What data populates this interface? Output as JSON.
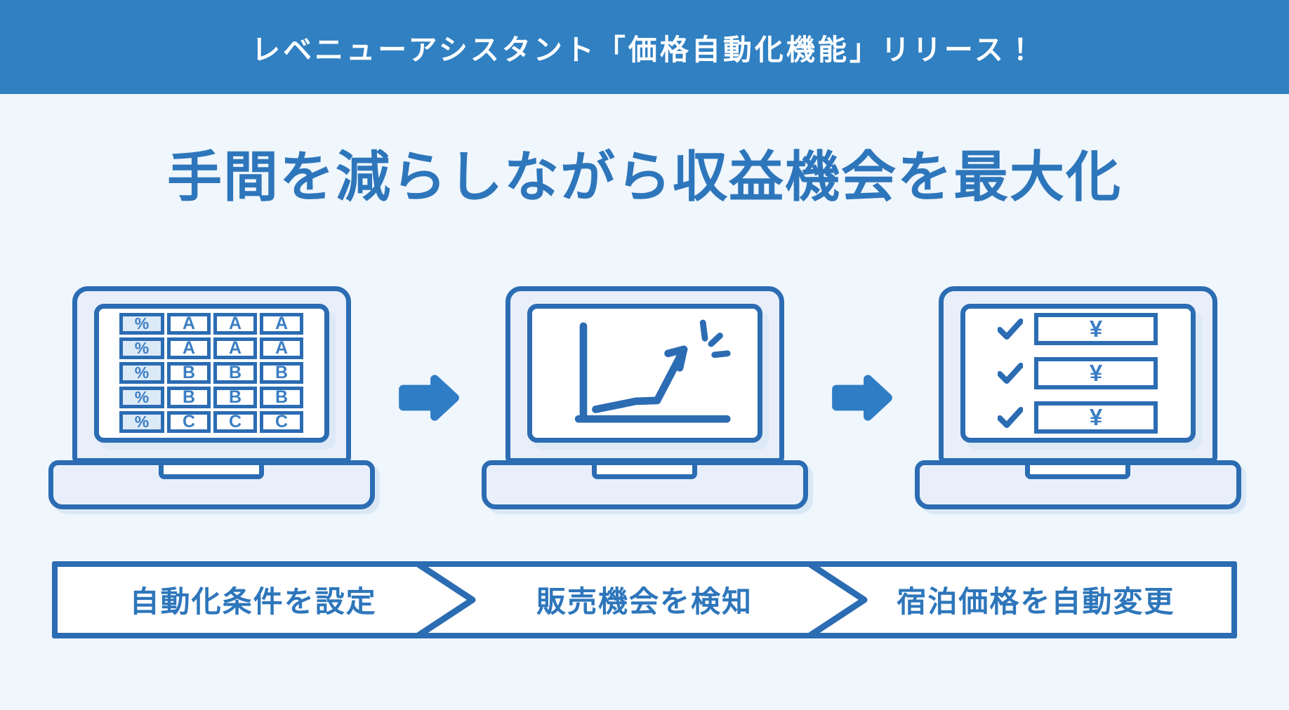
{
  "colors": {
    "banner-bg": "#3080c2",
    "page-bg": "#eff6fc",
    "line": "#2b6cb3",
    "accent": "#2e76bb",
    "glyph": "#3a7ec3",
    "arrow": "#2f7dc5",
    "panel": "#e8effa",
    "cellfill": "#dce9f7"
  },
  "banner": {
    "title": "レベニューアシスタント「価格自動化機能」リリース！"
  },
  "headline": {
    "text": "手間を減らしながら収益機会を最大化"
  },
  "flow": {
    "laptop1": {
      "table_rows": [
        [
          "%",
          "A",
          "A",
          "A"
        ],
        [
          "%",
          "A",
          "A",
          "A"
        ],
        [
          "%",
          "B",
          "B",
          "B"
        ],
        [
          "%",
          "B",
          "B",
          "B"
        ],
        [
          "%",
          "C",
          "C",
          "C"
        ]
      ]
    },
    "laptop3": {
      "yen": "¥",
      "row_count": 3
    }
  },
  "steps": [
    {
      "label": "自動化条件を設定"
    },
    {
      "label": "販売機会を検知"
    },
    {
      "label": "宿泊価格を自動変更"
    }
  ]
}
